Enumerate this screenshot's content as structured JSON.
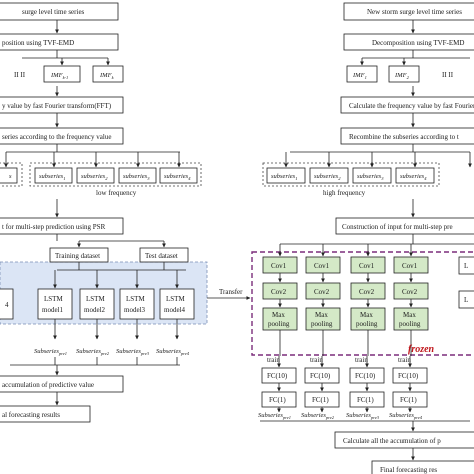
{
  "left": {
    "top_title": "surge level time series",
    "decomp": "position using TVF-EMD",
    "imf_dots": "II II",
    "imf_k1": "IMF",
    "imf_k1_sub": "k-1",
    "imf_k": "IMF",
    "imf_k_sub": "k",
    "fft": "y value by fast Fourier transform(FFT)",
    "recombine": "series according to the frequency value",
    "sub_partial": "s",
    "subs": [
      "subseries",
      "subseries",
      "subseries",
      "subseries"
    ],
    "sub_idx": [
      "1",
      "2",
      "3",
      "4"
    ],
    "low_freq": "low frequency",
    "psr": "t for multi-step prediction using PSR",
    "train_ds": "Training dataset",
    "test_ds": "Test dataset",
    "lstm_partial": "4",
    "lstm": [
      "LSTM",
      "LSTM",
      "LSTM",
      "LSTM"
    ],
    "model": [
      "model1",
      "model2",
      "model3",
      "model4"
    ],
    "preds": [
      "Subseries",
      "Subseries",
      "Subseries",
      "Subseries"
    ],
    "pred_sub": [
      "pre1",
      "pre2",
      "pre3",
      "pre4"
    ],
    "accum": "accumulation of predictive value",
    "final": "al forecasting results"
  },
  "transfer": "Transfer",
  "right": {
    "top_title": "New storm surge level time series",
    "decomp": "Decomposition using TVF-EMD",
    "imfs": [
      "IMF",
      "IMF"
    ],
    "imf_idx": [
      "1",
      "2"
    ],
    "imf_dots": "II II",
    "fft": "Calculate the frequency value by fast Fourier tr",
    "recombine": "Recombine the subseries according to t",
    "subs": [
      "subseries",
      "subseries",
      "subseries",
      "subseries"
    ],
    "sub_idx": [
      "1",
      "2",
      "3",
      "4"
    ],
    "high_freq": "high frequency",
    "construction": "Construction of input for multi-step pre",
    "cov1": [
      "Cov1",
      "Cov1",
      "Cov1",
      "Cov1"
    ],
    "cov2": [
      "Cov2",
      "Cov2",
      "Cov2",
      "Cov2"
    ],
    "maxpool": [
      "Max pooling",
      "Max pooling",
      "Max pooling",
      "Max pooling"
    ],
    "frozen": "frozen",
    "ls_partial": [
      "L",
      "L"
    ],
    "train": [
      "train",
      "train",
      "train",
      "train"
    ],
    "fc10": [
      "FC(10)",
      "FC(10)",
      "FC(10)",
      "FC(10)"
    ],
    "fc1": [
      "FC(1)",
      "FC(1)",
      "FC(1)",
      "FC(1)"
    ],
    "preds": [
      "Subseries",
      "Subseries",
      "Subseries",
      "Subseries"
    ],
    "pred_sub": [
      "pre1",
      "pre2",
      "pre3",
      "pre4"
    ],
    "accum": "Calculate all the accumulation of p",
    "final": "Final forecasting res"
  },
  "colors": {
    "green_box": "#d4e9c7",
    "blue_panel": "#dbe5f5",
    "frozen_border": "#7b2d7b",
    "frozen_text": "#c0171c"
  }
}
